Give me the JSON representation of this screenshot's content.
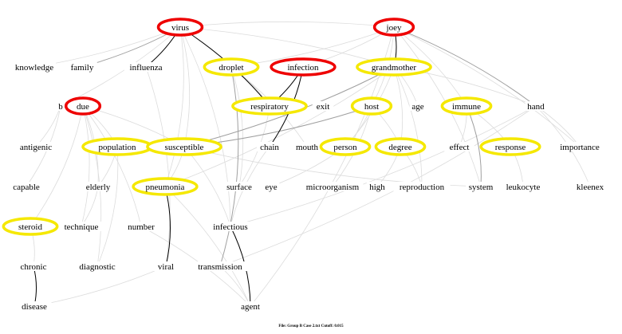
{
  "colors": {
    "red": "#ee0000",
    "yellow": "#f5e800",
    "edge_strong": "#000000",
    "edge_mid": "#a0a0a0",
    "edge_weak": "#dcdcdc"
  },
  "footer": "File: Group B Case 2.txt     Cutoff: 0.015",
  "nodes": [
    {
      "id": "virus",
      "label": "virus",
      "ring": "red"
    },
    {
      "id": "joey",
      "label": "joey",
      "ring": "red"
    },
    {
      "id": "knowledge",
      "label": "knowledge",
      "ring": ""
    },
    {
      "id": "family",
      "label": "family",
      "ring": ""
    },
    {
      "id": "influenza",
      "label": "influenza",
      "ring": ""
    },
    {
      "id": "droplet",
      "label": "droplet",
      "ring": "yellow"
    },
    {
      "id": "infection",
      "label": "infection",
      "ring": "red"
    },
    {
      "id": "grandmother",
      "label": "grandmother",
      "ring": "yellow"
    },
    {
      "id": "b",
      "label": "b",
      "ring": ""
    },
    {
      "id": "due",
      "label": "due",
      "ring": "red"
    },
    {
      "id": "respiratory",
      "label": "respiratory",
      "ring": "yellow"
    },
    {
      "id": "exit",
      "label": "exit",
      "ring": ""
    },
    {
      "id": "host",
      "label": "host",
      "ring": "yellow"
    },
    {
      "id": "age",
      "label": "age",
      "ring": ""
    },
    {
      "id": "immune",
      "label": "immune",
      "ring": "yellow"
    },
    {
      "id": "hand",
      "label": "hand",
      "ring": ""
    },
    {
      "id": "antigenic",
      "label": "antigenic",
      "ring": ""
    },
    {
      "id": "population",
      "label": "population",
      "ring": "yellow"
    },
    {
      "id": "susceptible",
      "label": "susceptible",
      "ring": "yellow"
    },
    {
      "id": "chain",
      "label": "chain",
      "ring": ""
    },
    {
      "id": "mouth",
      "label": "mouth",
      "ring": ""
    },
    {
      "id": "person",
      "label": "person",
      "ring": "yellow"
    },
    {
      "id": "degree",
      "label": "degree",
      "ring": "yellow"
    },
    {
      "id": "effect",
      "label": "effect",
      "ring": ""
    },
    {
      "id": "response",
      "label": "response",
      "ring": "yellow"
    },
    {
      "id": "importance",
      "label": "importance",
      "ring": ""
    },
    {
      "id": "capable",
      "label": "capable",
      "ring": ""
    },
    {
      "id": "elderly",
      "label": "elderly",
      "ring": ""
    },
    {
      "id": "pneumonia",
      "label": "pneumonia",
      "ring": "yellow"
    },
    {
      "id": "surface",
      "label": "surface",
      "ring": ""
    },
    {
      "id": "eye",
      "label": "eye",
      "ring": ""
    },
    {
      "id": "microorganism",
      "label": "microorganism",
      "ring": ""
    },
    {
      "id": "high",
      "label": "high",
      "ring": ""
    },
    {
      "id": "reproduction",
      "label": "reproduction",
      "ring": ""
    },
    {
      "id": "system",
      "label": "system",
      "ring": ""
    },
    {
      "id": "leukocyte",
      "label": "leukocyte",
      "ring": ""
    },
    {
      "id": "kleenex",
      "label": "kleenex",
      "ring": ""
    },
    {
      "id": "steroid",
      "label": "steroid",
      "ring": "yellow"
    },
    {
      "id": "technique",
      "label": "technique",
      "ring": ""
    },
    {
      "id": "number",
      "label": "number",
      "ring": ""
    },
    {
      "id": "infectious",
      "label": "infectious",
      "ring": ""
    },
    {
      "id": "chronic",
      "label": "chronic",
      "ring": ""
    },
    {
      "id": "diagnostic",
      "label": "diagnostic",
      "ring": ""
    },
    {
      "id": "viral",
      "label": "viral",
      "ring": ""
    },
    {
      "id": "transmission",
      "label": "transmission",
      "ring": ""
    },
    {
      "id": "disease",
      "label": "disease",
      "ring": ""
    },
    {
      "id": "agent",
      "label": "agent",
      "ring": ""
    }
  ],
  "edges": [
    [
      "virus",
      "influenza",
      "strong"
    ],
    [
      "virus",
      "respiratory",
      "strong"
    ],
    [
      "infection",
      "respiratory",
      "strong"
    ],
    [
      "infection",
      "chain",
      "strong"
    ],
    [
      "joey",
      "grandmother",
      "strong"
    ],
    [
      "pneumonia",
      "viral",
      "strong"
    ],
    [
      "chronic",
      "disease",
      "strong"
    ],
    [
      "infectious",
      "agent",
      "strong"
    ],
    [
      "virus",
      "family",
      "mid"
    ],
    [
      "droplet",
      "transmission",
      "mid"
    ],
    [
      "grandmother",
      "susceptible",
      "mid"
    ],
    [
      "host",
      "susceptible",
      "mid"
    ],
    [
      "joey",
      "hand",
      "mid"
    ],
    [
      "immune",
      "system",
      "mid"
    ],
    [
      "virus",
      "knowledge",
      "weak"
    ],
    [
      "virus",
      "b",
      "weak"
    ],
    [
      "virus",
      "pneumonia",
      "weak"
    ],
    [
      "virus",
      "infectious",
      "weak"
    ],
    [
      "virus",
      "joey",
      "weak"
    ],
    [
      "virus",
      "susceptible",
      "weak"
    ],
    [
      "virus",
      "grandmother",
      "weak"
    ],
    [
      "joey",
      "infection",
      "weak"
    ],
    [
      "joey",
      "host",
      "weak"
    ],
    [
      "joey",
      "immune",
      "weak"
    ],
    [
      "joey",
      "importance",
      "weak"
    ],
    [
      "joey",
      "system",
      "weak"
    ],
    [
      "joey",
      "agent",
      "weak"
    ],
    [
      "joey",
      "droplet",
      "weak"
    ],
    [
      "due",
      "elderly",
      "weak"
    ],
    [
      "due",
      "technique",
      "weak"
    ],
    [
      "due",
      "diagnostic",
      "weak"
    ],
    [
      "due",
      "steroid",
      "weak"
    ],
    [
      "due",
      "population",
      "weak"
    ],
    [
      "due",
      "susceptible",
      "weak"
    ],
    [
      "due",
      "number",
      "weak"
    ],
    [
      "b",
      "antigenic",
      "weak"
    ],
    [
      "b",
      "capable",
      "weak"
    ],
    [
      "droplet",
      "respiratory",
      "weak"
    ],
    [
      "droplet",
      "mouth",
      "weak"
    ],
    [
      "droplet",
      "surface",
      "weak"
    ],
    [
      "grandmother",
      "age",
      "weak"
    ],
    [
      "grandmother",
      "person",
      "weak"
    ],
    [
      "grandmother",
      "degree",
      "weak"
    ],
    [
      "grandmother",
      "hand",
      "weak"
    ],
    [
      "grandmother",
      "pneumonia",
      "weak"
    ],
    [
      "grandmother",
      "reproduction",
      "weak"
    ],
    [
      "host",
      "microorganism",
      "weak"
    ],
    [
      "host",
      "degree",
      "weak"
    ],
    [
      "host",
      "person",
      "weak"
    ],
    [
      "immune",
      "response",
      "weak"
    ],
    [
      "immune",
      "effect",
      "weak"
    ],
    [
      "response",
      "leukocyte",
      "weak"
    ],
    [
      "hand",
      "kleenex",
      "weak"
    ],
    [
      "hand",
      "importance",
      "weak"
    ],
    [
      "hand",
      "infectious",
      "weak"
    ],
    [
      "hand",
      "transmission",
      "weak"
    ],
    [
      "degree",
      "high",
      "weak"
    ],
    [
      "degree",
      "reproduction",
      "weak"
    ],
    [
      "person",
      "eye",
      "weak"
    ],
    [
      "population",
      "elderly",
      "weak"
    ],
    [
      "population",
      "diagnostic",
      "weak"
    ],
    [
      "susceptible",
      "pneumonia",
      "weak"
    ],
    [
      "susceptible",
      "infectious",
      "weak"
    ],
    [
      "pneumonia",
      "agent",
      "weak"
    ],
    [
      "number",
      "agent",
      "weak"
    ],
    [
      "viral",
      "disease",
      "weak"
    ],
    [
      "transmission",
      "agent",
      "weak"
    ],
    [
      "infectious",
      "chain",
      "weak"
    ],
    [
      "respiratory",
      "surface",
      "weak"
    ],
    [
      "influenza",
      "viral",
      "weak"
    ],
    [
      "steroid",
      "chronic",
      "weak"
    ],
    [
      "system",
      "susceptible",
      "weak"
    ],
    [
      "elderly",
      "technique",
      "weak"
    ]
  ]
}
